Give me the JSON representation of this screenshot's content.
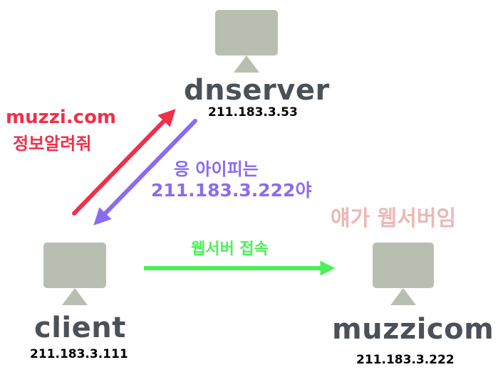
{
  "nodes": {
    "dnserver": {
      "name": "dnserver",
      "ip": "211.183.3.53"
    },
    "client": {
      "name": "client",
      "ip": "211.183.3.111"
    },
    "webserver": {
      "name": "muzzicom",
      "ip": "211.183.3.222"
    }
  },
  "messages": {
    "request_line1": "muzzi.com",
    "request_line2": "정보알려줘",
    "response_line1": "응 아이피는",
    "response_line2": "211.183.3.222야",
    "connect": "웹서버 접속",
    "note": "얘가 웹서버임"
  },
  "colors": {
    "monitor": "#b8bfb1",
    "node_text": "#4b5158",
    "request": "#f22f4a",
    "response": "#8a6bf0",
    "connect": "#4cf05a",
    "note": "#ecb8b6"
  },
  "icons": [
    "monitor-icon",
    "monitor-icon",
    "monitor-icon"
  ]
}
